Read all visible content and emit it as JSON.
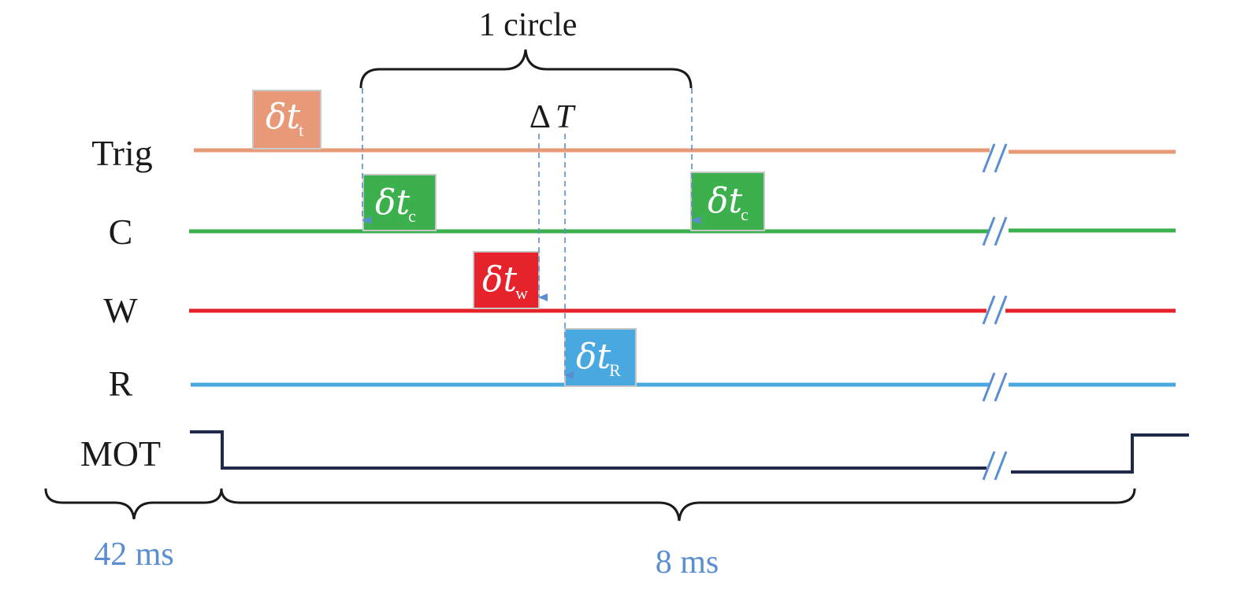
{
  "colors": {
    "trig": "#e89a78",
    "c": "#3bb04c",
    "w": "#e6232a",
    "r": "#4aa8e0",
    "mot": "#1f2a4a",
    "marker": "#5b8ed0",
    "label_blue": "#5b8ed0",
    "text": "#1a1a1a"
  },
  "rows": {
    "trig": "Trig",
    "c": "C",
    "w": "W",
    "r": "R",
    "mot": "MOT"
  },
  "pulses": {
    "trig": {
      "symbol": "δt",
      "sub": "t"
    },
    "c1": {
      "symbol": "δt",
      "sub": "c"
    },
    "c2": {
      "symbol": "δt",
      "sub": "c"
    },
    "w": {
      "symbol": "δt",
      "sub": "w"
    },
    "r": {
      "symbol": "δt",
      "sub": "R"
    }
  },
  "braces": {
    "cycle": "1 circle",
    "mot_on": "42 ms",
    "mot_off": "8 ms"
  },
  "delta_T": {
    "delta": "Δ",
    "T": "T"
  }
}
